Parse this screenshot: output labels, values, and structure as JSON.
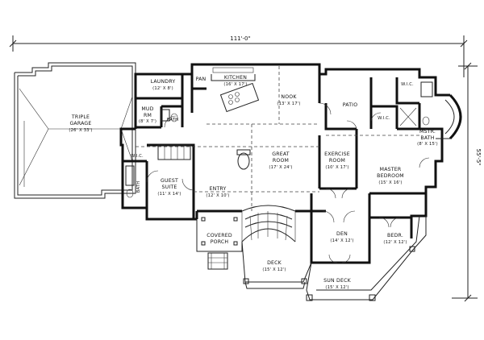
{
  "dimensions": {
    "width": "111'-0\"",
    "depth": "55'-5\""
  },
  "rooms": {
    "garage": {
      "name": "TRIPLE",
      "name2": "GARAGE",
      "size": "(26' X 33')"
    },
    "laundry": {
      "name": "LAUNDRY",
      "size": "(12' X 8')"
    },
    "pan": {
      "name": "PAN"
    },
    "kitchen": {
      "name": "KITCHEN",
      "size": "(16' X 17')"
    },
    "nook": {
      "name": "NOOK",
      "size": "(13' X 17')"
    },
    "patio": {
      "name": "PATIO"
    },
    "wic_top": {
      "name": "W.I.C."
    },
    "mud": {
      "name": "MUD",
      "name2": "RM",
      "size": "(8' X 7')"
    },
    "bath_small": {
      "name": "BATH"
    },
    "wic_mid": {
      "name": "W.I.C."
    },
    "mstr_bath": {
      "name": "MSTR.",
      "name2": "BATH",
      "size": "(8' X 15')"
    },
    "wic_left": {
      "name": "W.I.C."
    },
    "great_room": {
      "name": "GREAT",
      "name2": "ROOM",
      "size": "(17' X 24')"
    },
    "exercise": {
      "name": "EXERCISE",
      "name2": "ROOM",
      "size": "(10' X 17')"
    },
    "master_bedroom": {
      "name": "MASTER",
      "name2": "BEDROOM",
      "size": "(15' X 16')"
    },
    "bath_left": {
      "name": "BATH"
    },
    "guest_suite": {
      "name": "GUEST",
      "name2": "SUITE",
      "size": "(11' X 14')"
    },
    "entry": {
      "name": "ENTRY",
      "size": "(12' X 10')"
    },
    "den": {
      "name": "DEN",
      "size": "(14' X 12')"
    },
    "bedroom": {
      "name": "BEDR.",
      "size": "(12' X 12')"
    },
    "porch": {
      "name": "COVERED",
      "name2": "PORCH"
    },
    "deck": {
      "name": "DECK",
      "size": "(15' X 12')"
    },
    "sun_deck": {
      "name": "SUN DECK",
      "size": "(15' X 12')"
    }
  }
}
